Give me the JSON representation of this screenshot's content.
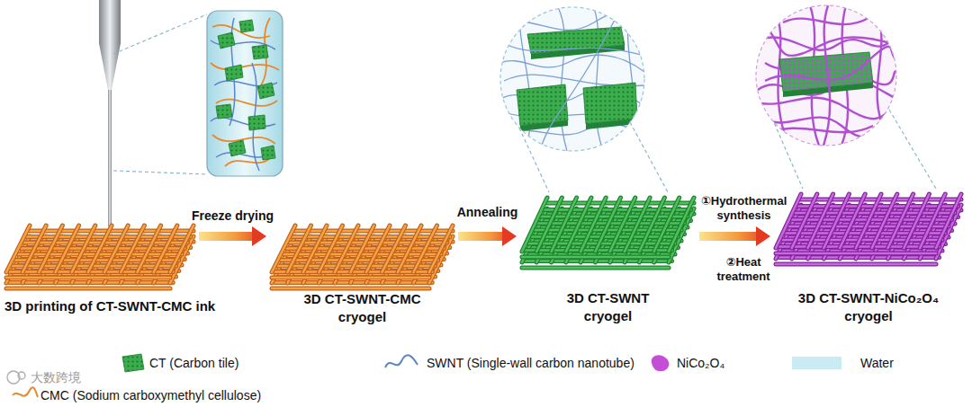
{
  "diagram": {
    "nodes": [
      {
        "text": [
          "3D printing of CT-SWNT-CMC ink"
        ]
      },
      {
        "text": [
          "3D CT-SWNT-CMC cryogel"
        ]
      },
      {
        "text": [
          "3D CT-SWNT cryogel"
        ]
      },
      {
        "text": [
          "3D CT-SWNT-NiCo₂O₄ cryogel"
        ]
      }
    ],
    "edges": [
      {
        "from": 0,
        "to": 1,
        "label": "Freeze drying",
        "arrow": "to"
      },
      {
        "from": 1,
        "to": 2,
        "label": "Annealing",
        "arrow": "to"
      },
      {
        "from": 2,
        "to": 3,
        "label": "①Hydrothermal synthesis",
        "arrow": "to"
      }
    ],
    "labels": [
      "②Heat treatment",
      "大数跨境"
    ],
    "legend": [
      {
        "text": "CT (Carbon tile)"
      },
      {
        "text": "SWNT (Single-wall carbon nanotube)"
      },
      {
        "text": "NiCo₂O₄"
      },
      {
        "text": "Water",
        "color": "#c9ecf3"
      },
      {
        "text": "CMC (Sodium carboxymethyl cellulose)"
      }
    ]
  }
}
